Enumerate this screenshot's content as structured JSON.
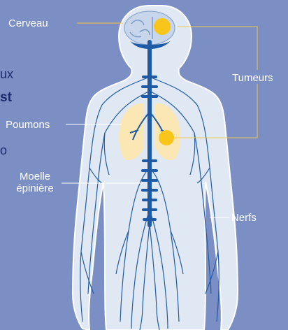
{
  "diagram": {
    "labels": {
      "brain": "Cerveau",
      "lungs": "Poumons",
      "spinal_cord_line1": "Moelle",
      "spinal_cord_line2": "épinière",
      "tumors": "Tumeurs",
      "nerves": "Nerfs"
    },
    "cropped_text": {
      "line1": "ux",
      "line2": "st",
      "line3": "o"
    }
  },
  "colors": {
    "background": "#7c8fc4",
    "body_fill": "#dfe8f3",
    "body_outline": "#ffffff",
    "nerve": "#1f5ba5",
    "lung": "#fbe7b3",
    "tumor": "#f8c51a",
    "leader_brain": "#f3c64a",
    "leader_tumor": "#f3c64a"
  }
}
